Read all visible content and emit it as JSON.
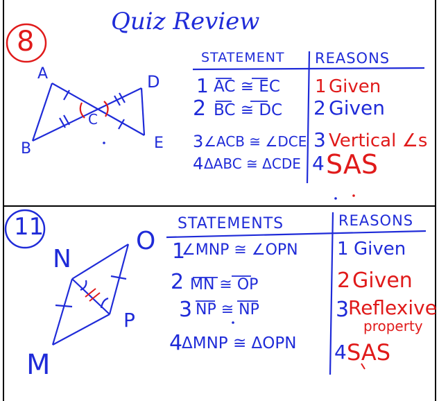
{
  "title": "Quiz Review",
  "problems": [
    {
      "number": "8",
      "header": {
        "statement": "STATEMENT",
        "reasons": "REASONS"
      },
      "rows": [
        {
          "num": "1",
          "statement": "AC ≅ EC",
          "reason_num": "1",
          "reason": "Given"
        },
        {
          "num": "2",
          "statement": "BC ≅ DC",
          "reason_num": "2",
          "reason": "Given"
        },
        {
          "num": "3",
          "statement": "∠ACB ≅ ∠DCE",
          "reason_num": "3",
          "reason": "Vertical ∠s"
        },
        {
          "num": "4",
          "statement": "ΔABC ≅ ΔCDE",
          "reason_num": "4",
          "reason": "SAS"
        }
      ],
      "figure_labels": [
        "A",
        "D",
        "C",
        "B",
        "E"
      ]
    },
    {
      "number": "11",
      "header": {
        "statement": "STATEMENTS",
        "reasons": "REASONS"
      },
      "rows": [
        {
          "num": "1",
          "statement": "∠MNP ≅ ∠OPN",
          "reason_num": "1",
          "reason": "Given"
        },
        {
          "num": "2",
          "statement": "MN ≅ OP",
          "reason_num": "2",
          "reason": "Given"
        },
        {
          "num": "3",
          "statement": "NP ≅ NP",
          "reason_num": "3",
          "reason": "Reflexive",
          "reason_line2": "property"
        },
        {
          "num": "4",
          "statement": "ΔMNP ≅ ΔOPN",
          "reason_num": "4",
          "reason": "SAS"
        }
      ],
      "figure_labels": [
        "N",
        "O",
        "P",
        "M"
      ]
    }
  ],
  "colors": {
    "ink_blue": "#1f2bd8",
    "ink_red": "#e01a1a",
    "ink_black": "#000000"
  }
}
